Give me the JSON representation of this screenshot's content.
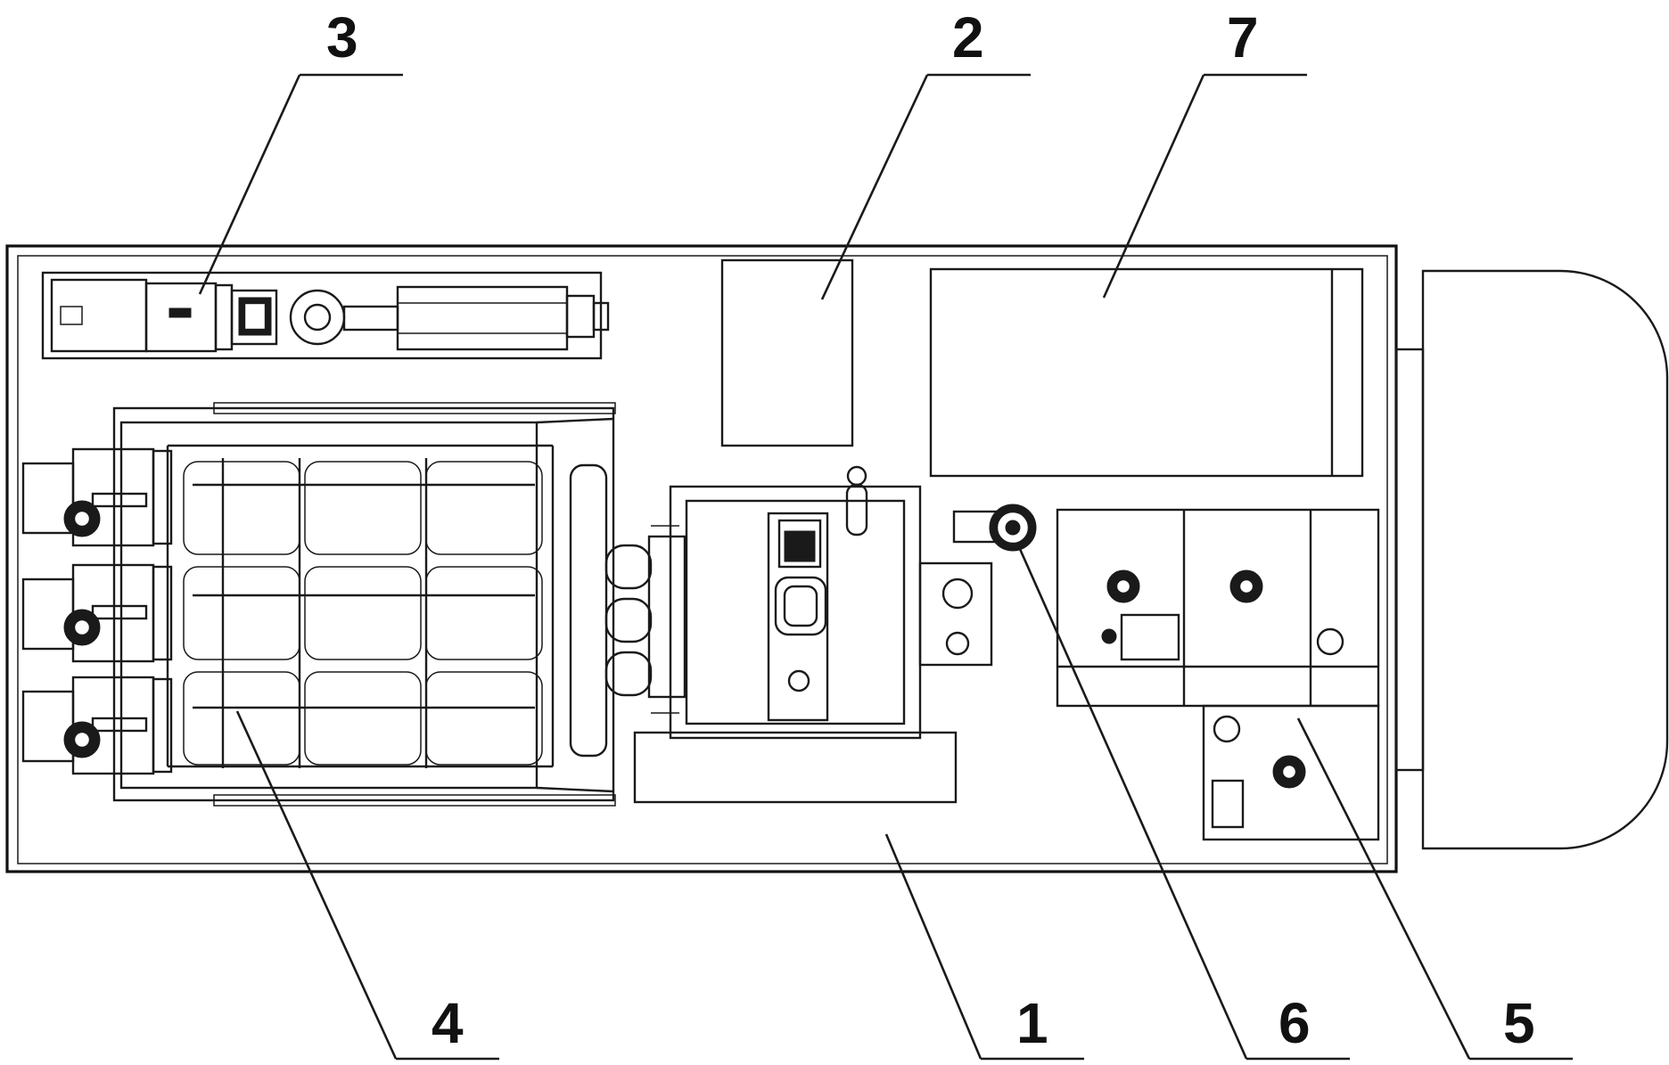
{
  "callouts": [
    {
      "id": "3",
      "text": "3"
    },
    {
      "id": "2",
      "text": "2"
    },
    {
      "id": "7",
      "text": "7"
    },
    {
      "id": "4",
      "text": "4"
    },
    {
      "id": "1",
      "text": "1"
    },
    {
      "id": "6",
      "text": "6"
    },
    {
      "id": "5",
      "text": "5"
    }
  ],
  "colors": {
    "line": "#1a1a1a",
    "background": "#ffffff"
  }
}
